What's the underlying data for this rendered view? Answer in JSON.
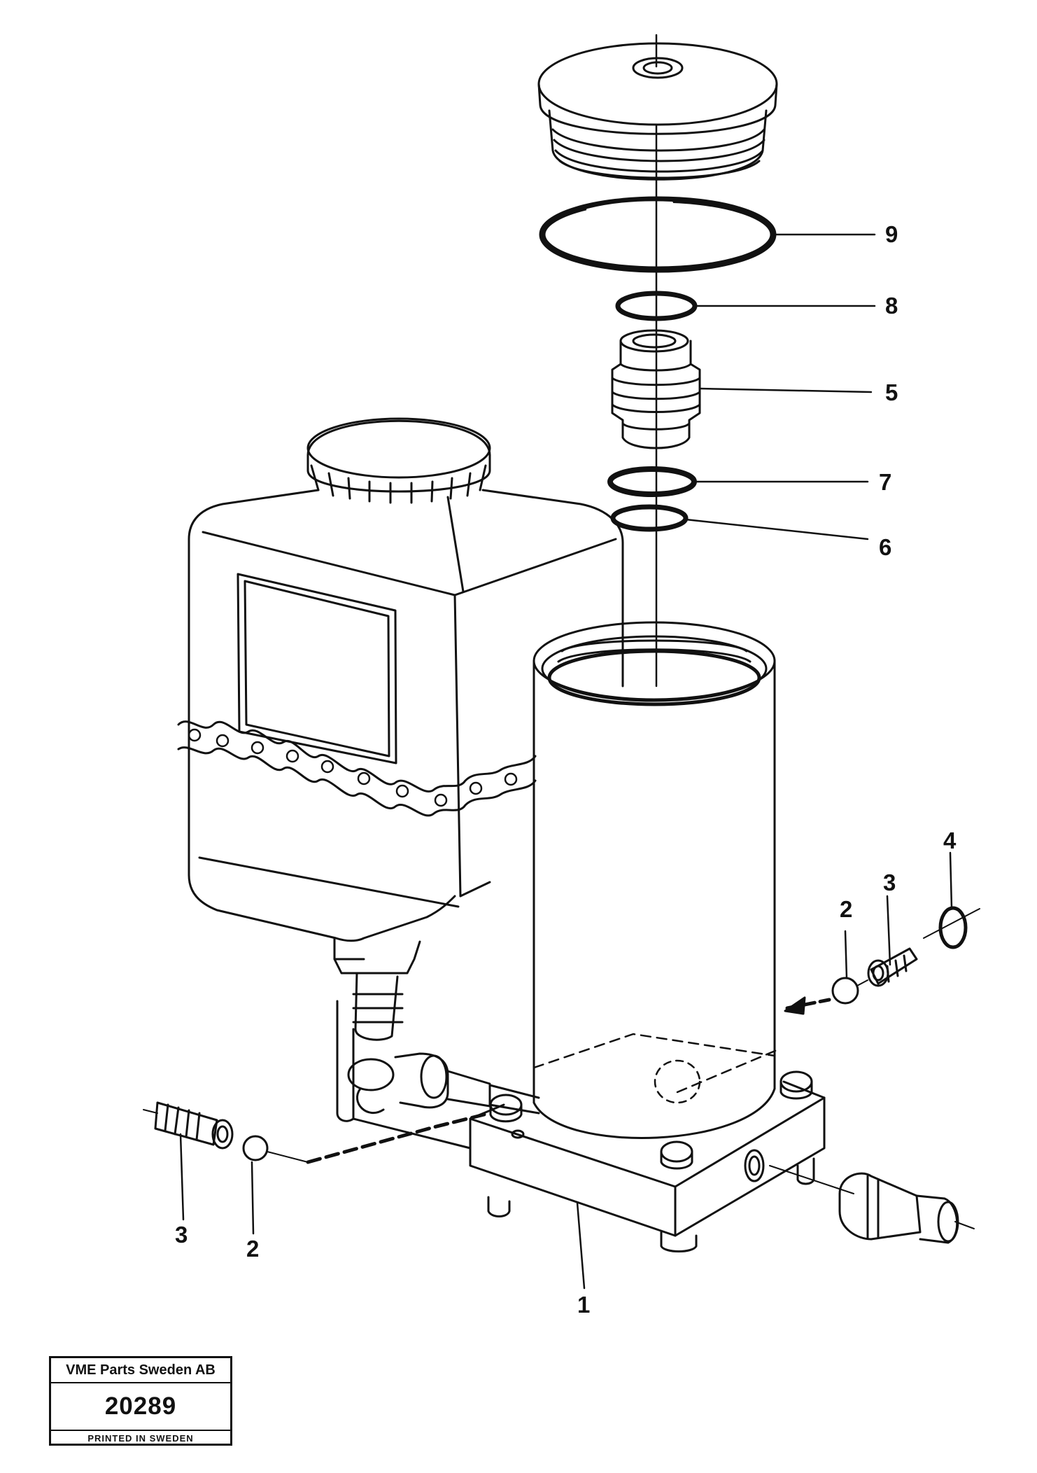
{
  "callouts": {
    "c1": "1",
    "c2_right": "2",
    "c2_left": "2",
    "c3_right": "3",
    "c3_left": "3",
    "c4": "4",
    "c5": "5",
    "c6": "6",
    "c7": "7",
    "c8": "8",
    "c9": "9"
  },
  "stamp": {
    "company": "VME Parts Sweden AB",
    "number": "20289",
    "printed": "PRINTED IN SWEDEN"
  }
}
